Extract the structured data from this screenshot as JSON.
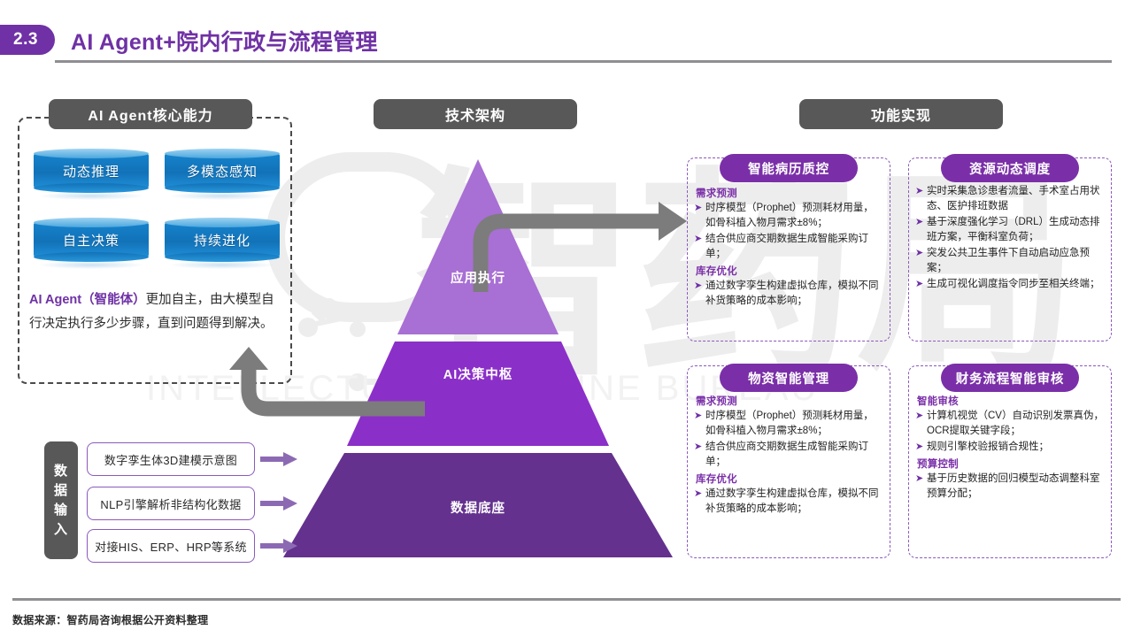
{
  "header": {
    "badge": "2.3",
    "title": "AI Agent+院内行政与流程管理",
    "accent": "#6f31a5",
    "rule_color": "#8f8f93"
  },
  "banners": {
    "left": "AI Agent核心能力",
    "middle": "技术架构",
    "right": "功能实现",
    "bg": "#585858"
  },
  "left_panel": {
    "capabilities": [
      {
        "label": "动态推理"
      },
      {
        "label": "多模态感知"
      },
      {
        "label": "自主决策"
      },
      {
        "label": "持续进化"
      }
    ],
    "cylinder_color": "#1272b8",
    "description_highlight": "AI Agent（智能体）",
    "description_rest": "更加自主，由大模型自行决定执行多少步骤，直到问题得到解决。"
  },
  "pyramid": {
    "layers": [
      {
        "label": "应用执行",
        "color": "#a86fd4"
      },
      {
        "label": "AI决策中枢",
        "color": "#8b2fc9"
      },
      {
        "label": "数据底座",
        "color": "#64318f"
      }
    ]
  },
  "data_input": {
    "tab_label": "数据输入",
    "tab_chars": [
      "数",
      "据",
      "输",
      "入"
    ],
    "rows": [
      {
        "label": "数字孪生体3D建模示意图"
      },
      {
        "label": "NLP引擎解析非结构化数据"
      },
      {
        "label": "对接HIS、ERP、HRP等系统"
      }
    ],
    "arrow_color": "#8c59bb",
    "border_color": "#8c59bb"
  },
  "feature_cards": [
    {
      "title": "智能病历质控",
      "groups": [
        {
          "head": "需求预测",
          "bullets": [
            "时序模型（Prophet）预测耗材用量，如骨科植入物月需求±8%；",
            "结合供应商交期数据生成智能采购订单；"
          ]
        },
        {
          "head": "库存优化",
          "bullets": [
            "通过数字孪生构建虚拟仓库，模拟不同补货策略的成本影响；"
          ]
        }
      ]
    },
    {
      "title": "资源动态调度",
      "groups": [
        {
          "head": "",
          "bullets": [
            "实时采集急诊患者流量、手术室占用状态、医护排班数据",
            "基于深度强化学习（DRL）生成动态排班方案，平衡科室负荷；",
            "突发公共卫生事件下自动启动应急预案；",
            "生成可视化调度指令同步至相关终端；"
          ]
        }
      ]
    },
    {
      "title": "物资智能管理",
      "groups": [
        {
          "head": "需求预测",
          "bullets": [
            "时序模型（Prophet）预测耗材用量，如骨科植入物月需求±8%；",
            "结合供应商交期数据生成智能采购订单；"
          ]
        },
        {
          "head": "库存优化",
          "bullets": [
            "通过数字孪生构建虚拟仓库，模拟不同补货策略的成本影响；"
          ]
        }
      ]
    },
    {
      "title": "财务流程智能审核",
      "groups": [
        {
          "head": "智能审核",
          "bullets": [
            "计算机视觉（CV）自动识别发票真伪，OCR提取关键字段；",
            "规则引擎校验报销合规性；"
          ]
        },
        {
          "head": "预算控制",
          "bullets": [
            "基于历史数据的回归模型动态调整科室预算分配；"
          ]
        }
      ]
    }
  ],
  "card_style": {
    "title_bg": "#7a2fa8",
    "border": "#8c59bb",
    "head_color": "#7a2fa8"
  },
  "watermark": {
    "text": "INTELLECTUAL MEDICINE BUREAU",
    "logo_text": "智药局"
  },
  "footer": {
    "note": "数据来源：智药局咨询根据公开资料整理"
  }
}
